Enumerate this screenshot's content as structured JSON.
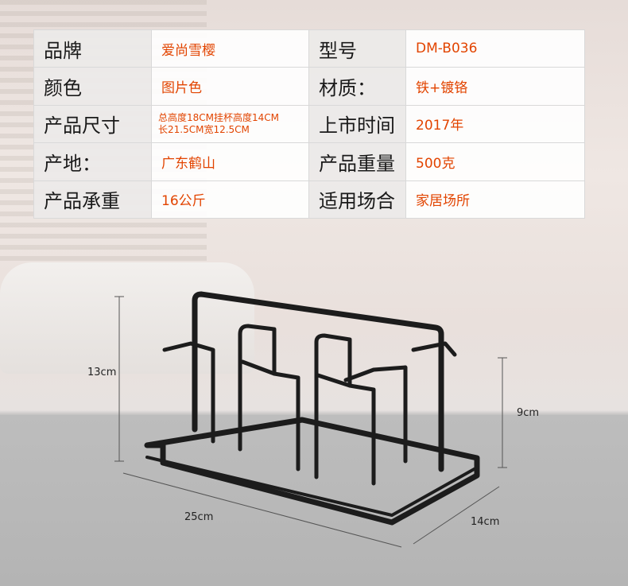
{
  "specs": {
    "rows": [
      {
        "label1": "品牌",
        "value1": "爱尚雪樱",
        "label2": "型号",
        "value2": "DM-B036"
      },
      {
        "label1": "颜色",
        "value1": "图片色",
        "label2": "材质：",
        "value2": "铁+镀铬"
      },
      {
        "label1": "产品尺寸",
        "value1a": "总高度18CM挂杯高度14CM",
        "value1b": "长21.5CM宽12.5CM",
        "label2": "上市时间",
        "value2": "2017年"
      },
      {
        "label1": "产地：",
        "value1": "广东鹤山",
        "label2": "产品重量",
        "value2": "500克"
      },
      {
        "label1": "产品承重",
        "value1": "16公斤",
        "label2": "适用场合",
        "value2": "家居场所"
      }
    ]
  },
  "dimensions": {
    "height_total": "13cm",
    "height_cup": "9cm",
    "length": "25cm",
    "width": "14cm"
  },
  "colors": {
    "value_text": "#e24400",
    "product": "#1c1c1c"
  }
}
